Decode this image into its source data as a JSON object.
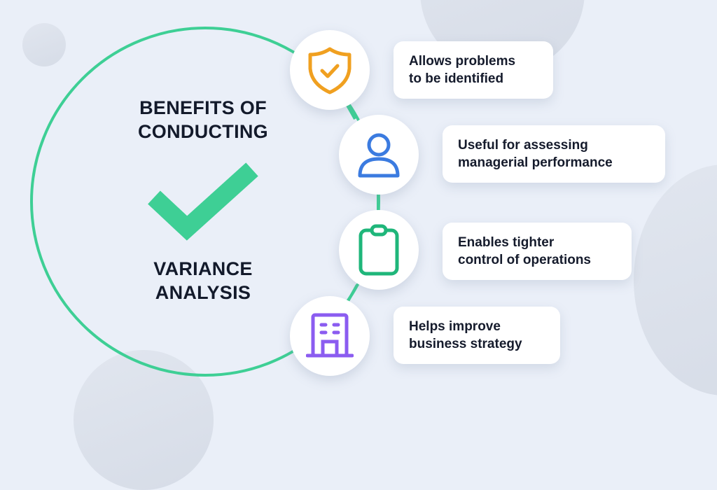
{
  "title": {
    "line1": "BENEFITS OF",
    "line2": "CONDUCTING",
    "line3": "VARIANCE",
    "line4": "ANALYSIS"
  },
  "colors": {
    "accent_green": "#3ecf95",
    "shield_orange": "#f0a020",
    "person_blue": "#3b7be0",
    "clipboard_green": "#1fb67a",
    "building_purple": "#8b5cf0",
    "text_dark": "#131a2b",
    "background": "#eaeff8"
  },
  "benefits": [
    {
      "icon": "shield-check-icon",
      "line1": "Allows problems",
      "line2": "to be identified"
    },
    {
      "icon": "user-icon",
      "line1": "Useful for assessing",
      "line2": "managerial performance"
    },
    {
      "icon": "clipboard-icon",
      "line1": "Enables tighter",
      "line2": "control of operations"
    },
    {
      "icon": "building-icon",
      "line1": "Helps improve",
      "line2": "business strategy"
    }
  ]
}
